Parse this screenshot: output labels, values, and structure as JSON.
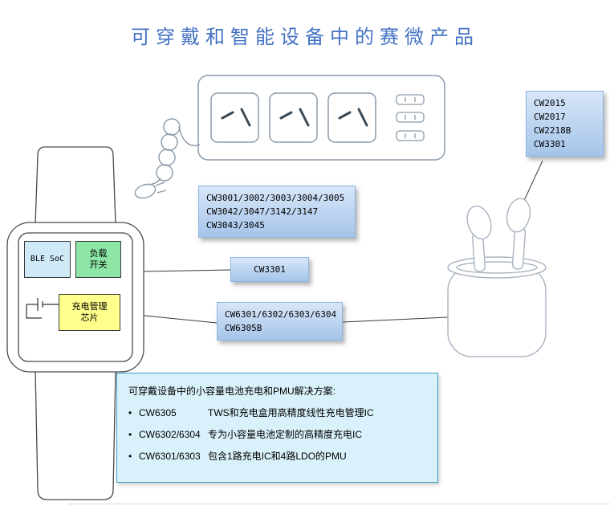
{
  "title": "可穿戴和智能设备中的赛微产品",
  "watch": {
    "ble_soc": "BLE SoC",
    "load_switch": "负载\n开关",
    "charge_mgmt": "充电管理\n芯片"
  },
  "callouts": {
    "top_right": {
      "lines": [
        "CW2015",
        "CW2017",
        "CW2218B",
        "CW3301"
      ]
    },
    "adapter": {
      "lines": [
        "CW3001/3002/3003/3004/3005",
        "CW3042/3047/3142/3147",
        "CW3043/3045"
      ]
    },
    "cw3301": {
      "label": "CW3301"
    },
    "charger": {
      "lines": [
        "CW6301/6302/6303/6304",
        "CW6305B"
      ]
    }
  },
  "solution_box": {
    "title": "可穿戴设备中的小容量电池充电和PMU解决方案:",
    "bullet": "•",
    "items": [
      {
        "part": "CW6305",
        "desc": "TWS和充电盒用高精度线性充电管理IC"
      },
      {
        "part": "CW6302/6304",
        "desc": "专为小容量电池定制的高精度充电IC"
      },
      {
        "part": "CW6301/6303",
        "desc": "包含1路充电IC和4路LDO的PMU"
      }
    ]
  },
  "colors": {
    "title": "#4472C4",
    "callout_top": "#d8e7f9",
    "callout_bottom": "#a5c4e9",
    "callout_border": "#8eb4e3",
    "solution_bg": "#d9f1fa",
    "solution_border": "#3f9ec9",
    "ble": "#cfe9f7",
    "load": "#8de5a6",
    "chip": "#ffff8c"
  }
}
